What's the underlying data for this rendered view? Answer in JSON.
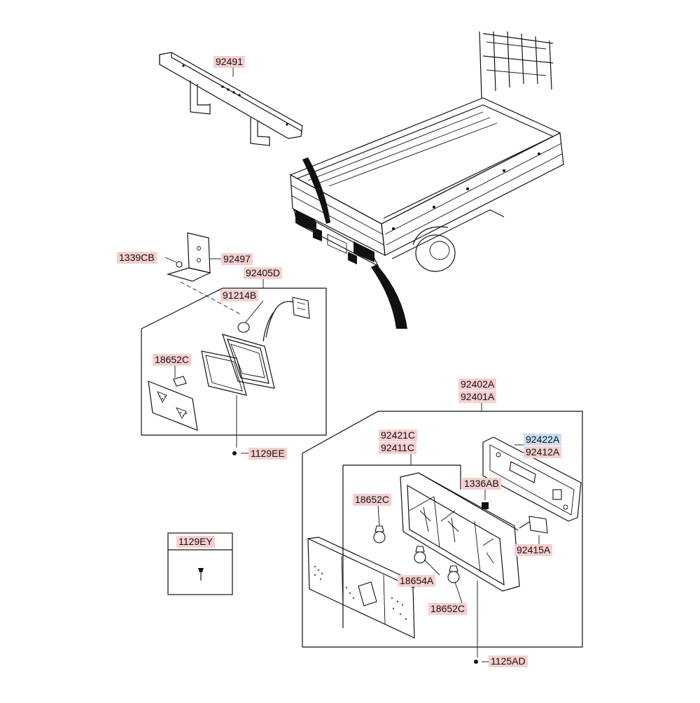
{
  "part_labels": [
    {
      "id": "92491",
      "text": "92491"
    },
    {
      "id": "1339CB",
      "text": "1339CB"
    },
    {
      "id": "92497",
      "text": "92497"
    },
    {
      "id": "92405D",
      "text": "92405D"
    },
    {
      "id": "91214B",
      "text": "91214B"
    },
    {
      "id": "18652C-a",
      "text": "18652C"
    },
    {
      "id": "1129EE",
      "text": "1129EE"
    },
    {
      "id": "1129EY",
      "text": "1129EY"
    },
    {
      "id": "92402A",
      "text": "92402A"
    },
    {
      "id": "92401A",
      "text": "92401A"
    },
    {
      "id": "92421C",
      "text": "92421C"
    },
    {
      "id": "92411C",
      "text": "92411C"
    },
    {
      "id": "92422A",
      "text": "92422A",
      "highlighted": true
    },
    {
      "id": "92412A",
      "text": "92412A"
    },
    {
      "id": "1336AB",
      "text": "1336AB"
    },
    {
      "id": "18652C-b",
      "text": "18652C"
    },
    {
      "id": "92415A",
      "text": "92415A"
    },
    {
      "id": "18654A",
      "text": "18654A"
    },
    {
      "id": "18652C-c",
      "text": "18652C"
    },
    {
      "id": "1125AD",
      "text": "1125AD"
    }
  ],
  "colors": {
    "label_bg": "#f6cfcf",
    "label_highlight_bg": "#c9def5",
    "line": "#111111"
  }
}
